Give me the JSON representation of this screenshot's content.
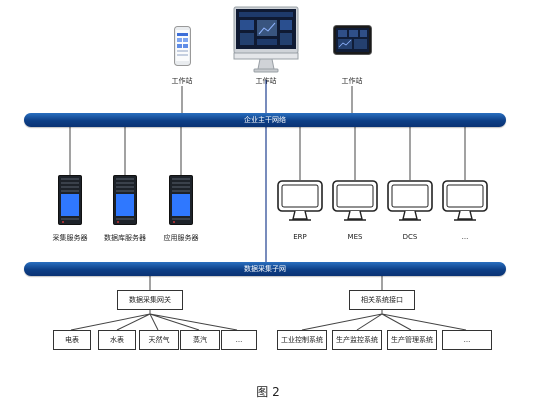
{
  "top_devices": [
    {
      "label": "工作站",
      "icon": "smartphone-icon"
    },
    {
      "label": "工作站",
      "icon": "desktop-monitor-icon"
    },
    {
      "label": "工作站",
      "icon": "tablet-icon"
    }
  ],
  "backbone": {
    "label": "企业主干网络"
  },
  "servers": [
    {
      "label": "采集服务器"
    },
    {
      "label": "数据库服务器"
    },
    {
      "label": "应用服务器"
    }
  ],
  "systems": [
    {
      "label": "ERP"
    },
    {
      "label": "MES"
    },
    {
      "label": "DCS"
    },
    {
      "label": "..."
    }
  ],
  "subnet": {
    "label": "数据采集子网"
  },
  "gateway": {
    "label": "数据采集网关"
  },
  "interface": {
    "label": "相关系统接口"
  },
  "meters": [
    {
      "label": "电表"
    },
    {
      "label": "水表"
    },
    {
      "label": "天然气"
    },
    {
      "label": "蒸汽"
    },
    {
      "label": "..."
    }
  ],
  "sub_systems": [
    {
      "label": "工业控制系统"
    },
    {
      "label": "生产监控系统"
    },
    {
      "label": "生产管理系统"
    },
    {
      "label": "..."
    }
  ],
  "caption": "图 2",
  "colors": {
    "bus": "#0d3f86",
    "line": "#333333",
    "accent_line": "#1f3f8f",
    "server_led": "#2f78ff"
  }
}
